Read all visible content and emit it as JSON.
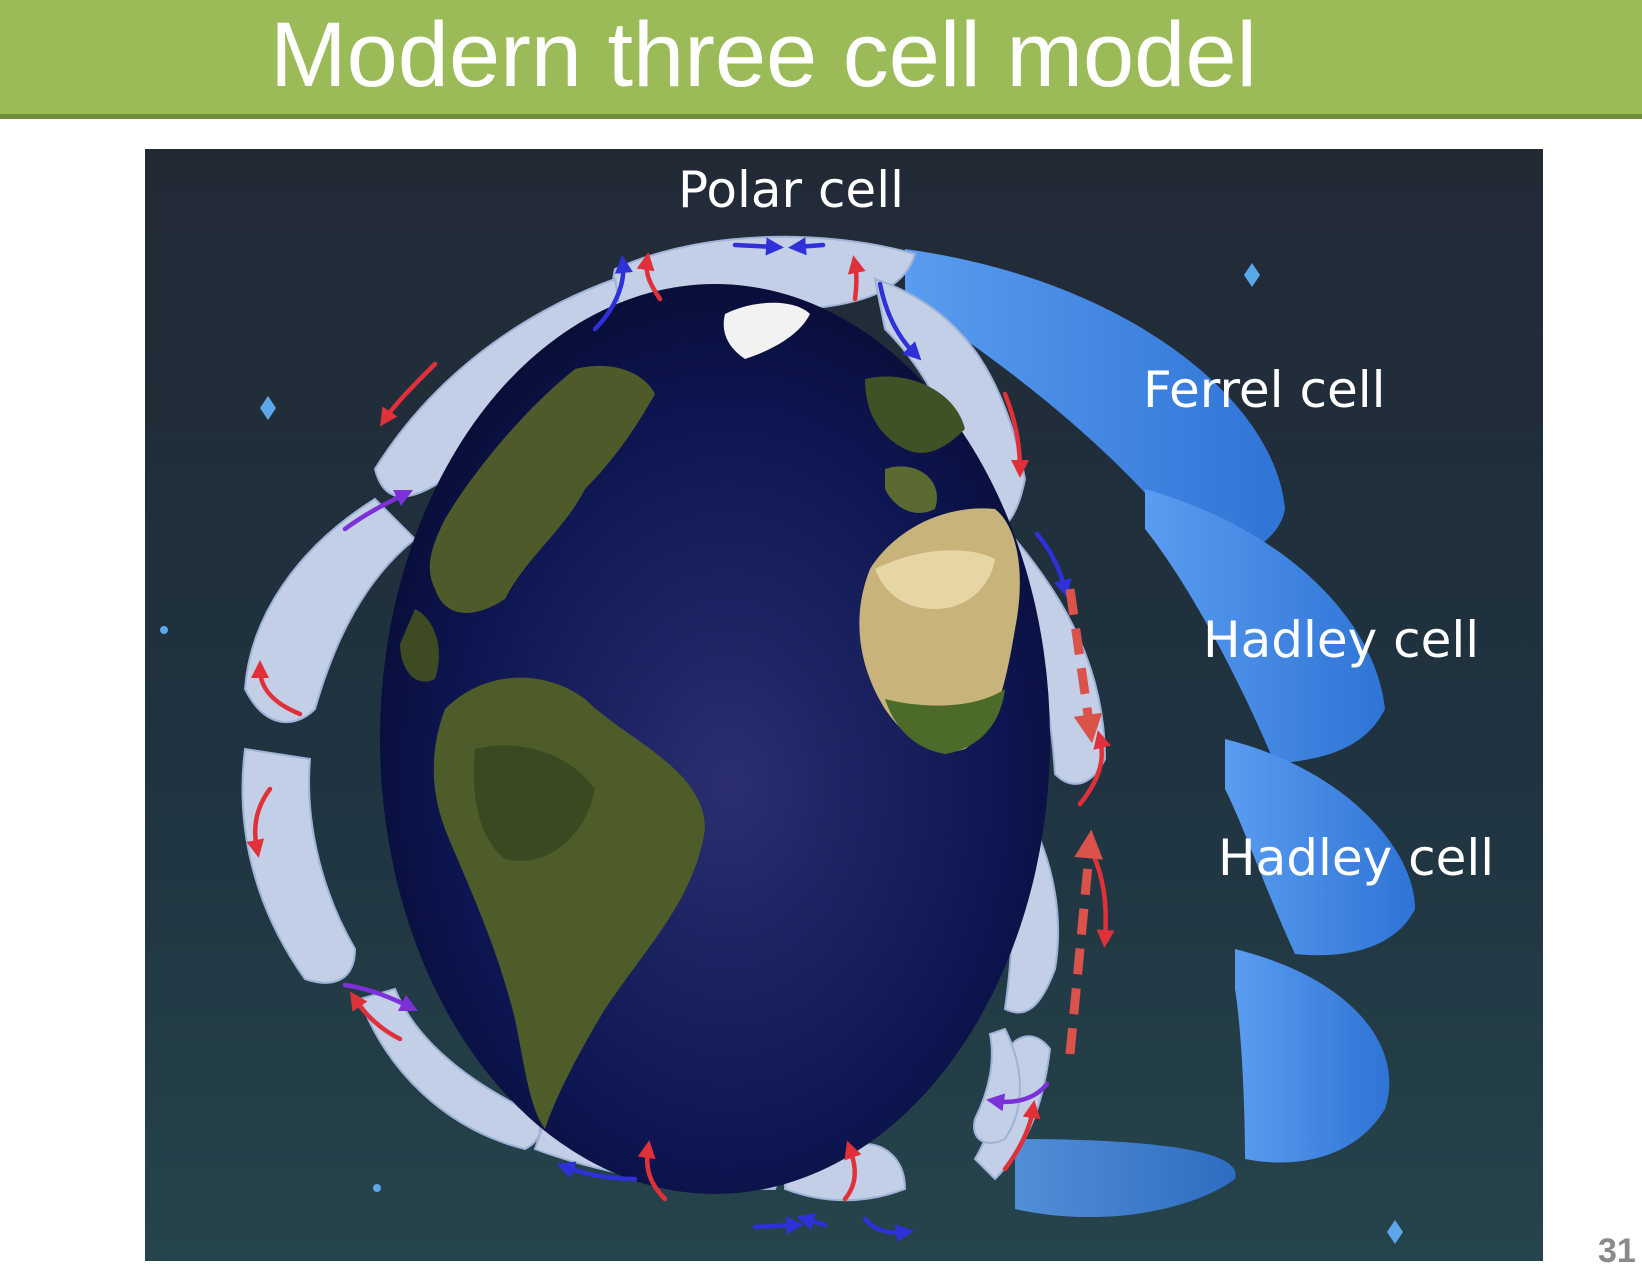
{
  "slide": {
    "title": "Modern three cell model",
    "page_number": "31"
  },
  "figure": {
    "labels": {
      "polar_cell": "Polar cell",
      "ferrel_cell": "Ferrel cell",
      "hadley_cell_north": "Hadley cell",
      "hadley_cell_south": "Hadley cell"
    }
  },
  "colors": {
    "title_bar": "#9bbb59",
    "title_text": "#ffffff",
    "space_background": "#1f3340",
    "cell_shell": "#c2cfe6",
    "cell_band": "#3d86e0",
    "ocean": "#0d1550",
    "arrow_warm": "#e0303a",
    "arrow_cool": "#3030d8",
    "arrow_mixed": "#7b30d8",
    "dashed_arrow": "#d9534a"
  }
}
